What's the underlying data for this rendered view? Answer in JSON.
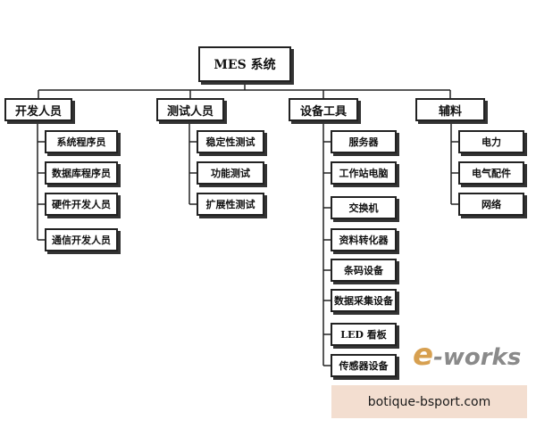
{
  "diagram": {
    "root": "MES 系统",
    "categories": [
      {
        "label": "开发人员",
        "children": [
          "系统程序员",
          "数据库程序员",
          "硬件开发人员",
          "通信开发人员"
        ]
      },
      {
        "label": "测试人员",
        "children": [
          "稳定性测试",
          "功能测试",
          "扩展性测试"
        ]
      },
      {
        "label": "设备工具",
        "children": [
          "服务器",
          "工作站电脑",
          "交换机",
          "资料转化器",
          "条码设备",
          "数据采集设备",
          "LED 看板",
          "传感器设备"
        ]
      },
      {
        "label": "辅料",
        "children": [
          "电力",
          "电气配件",
          "网络"
        ]
      }
    ]
  },
  "watermark": {
    "logo_e": "e",
    "logo_rest": "-works"
  },
  "banner": {
    "text": "botique-bsport.com"
  },
  "colors": {
    "line": "#222222",
    "banner_bg": "#f3ded0",
    "logo_orange": "#d7a050",
    "logo_gray": "#8a8a8a"
  }
}
